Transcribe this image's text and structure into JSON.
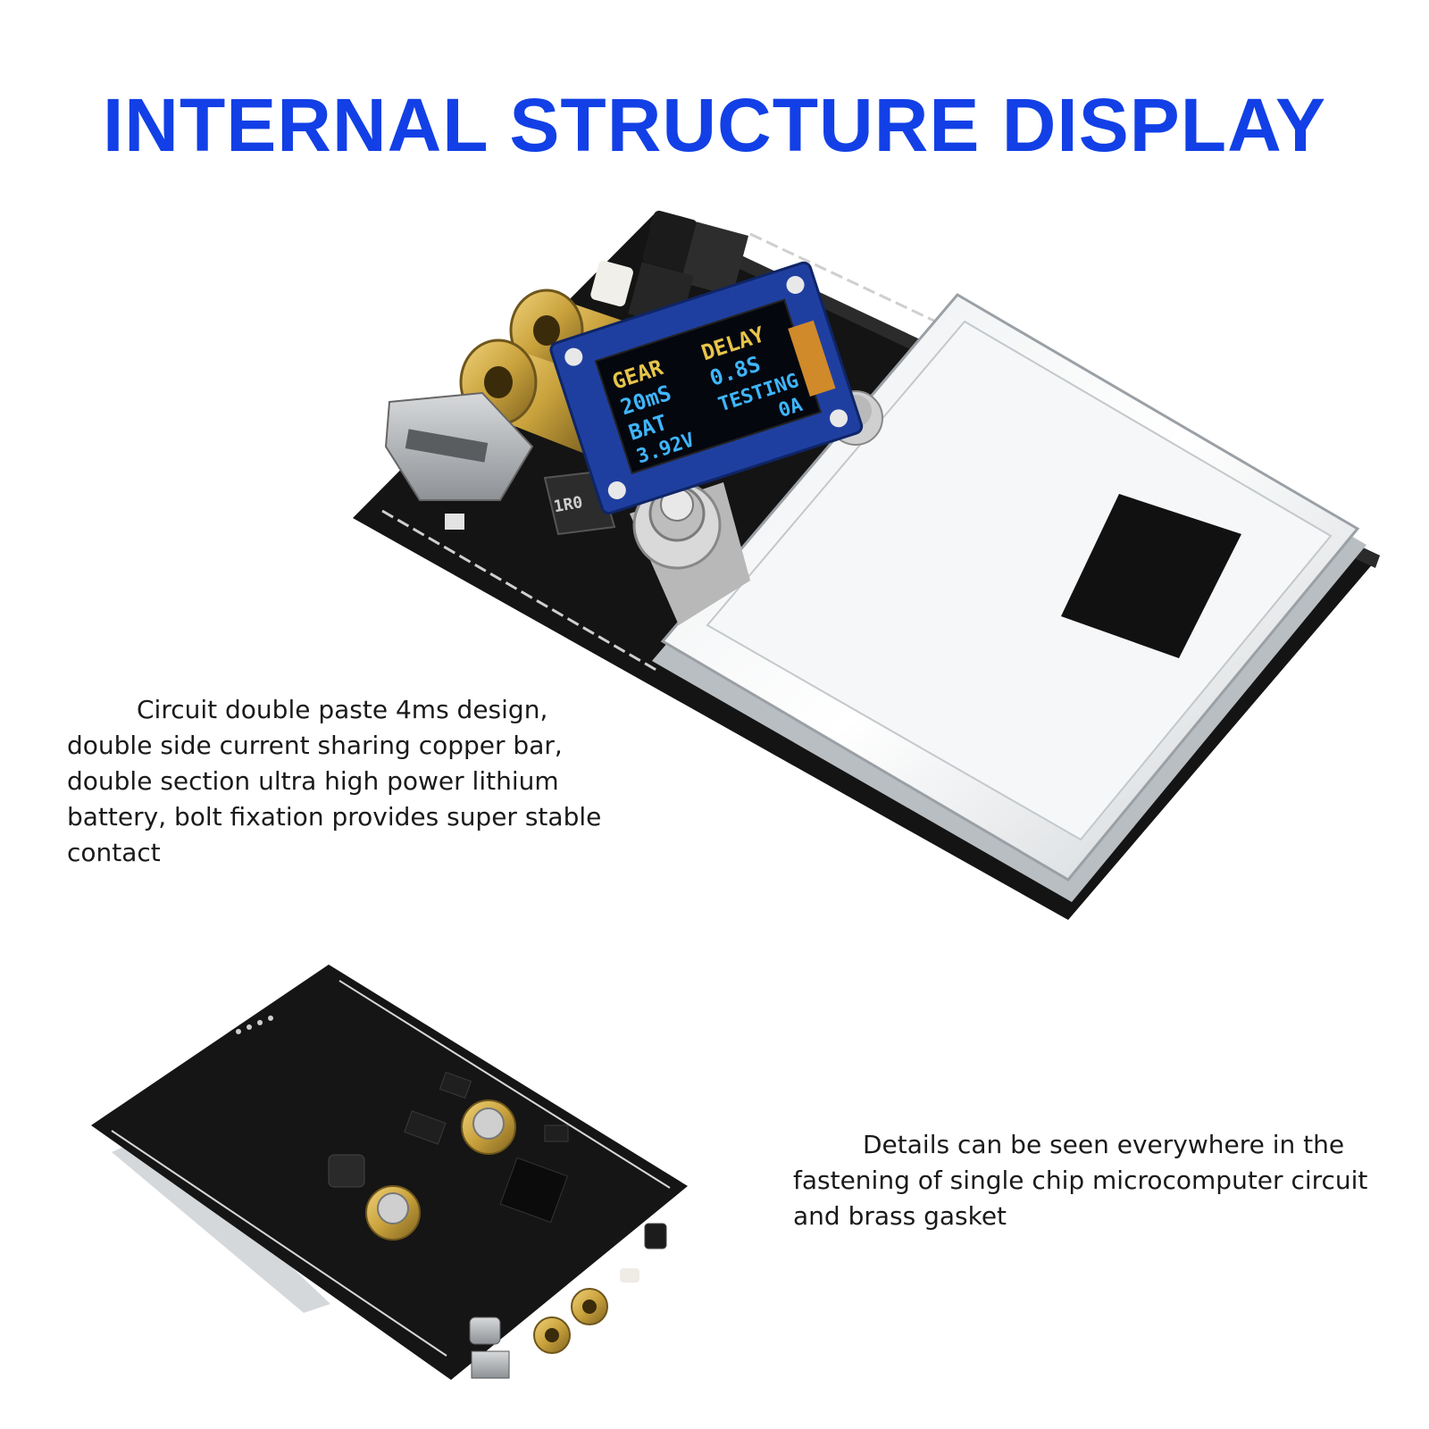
{
  "title": "INTERNAL STRUCTURE DISPLAY",
  "descriptions": [
    "Circuit double paste 4ms design, double side current sharing copper bar, double section ultra high power lithium battery, bolt fixation provides super stable contact",
    "Details can be seen everywhere in the fastening of single chip microcomputer circuit and brass gasket"
  ],
  "oled_screen": {
    "gear_label": "GEAR",
    "gear_value": "20mS",
    "delay_label": "DELAY",
    "delay_value": "0.8S",
    "status": "TESTING",
    "current": "0A",
    "bat_label": "BAT",
    "bat_value": "3.92V"
  },
  "inductor_marking": "1R0",
  "colors": {
    "title": "#1240e6",
    "pcb": "#111111",
    "oled_yellow": "#e7c44a",
    "oled_blue": "#3fb6ff",
    "brass": "#c9a23c"
  }
}
